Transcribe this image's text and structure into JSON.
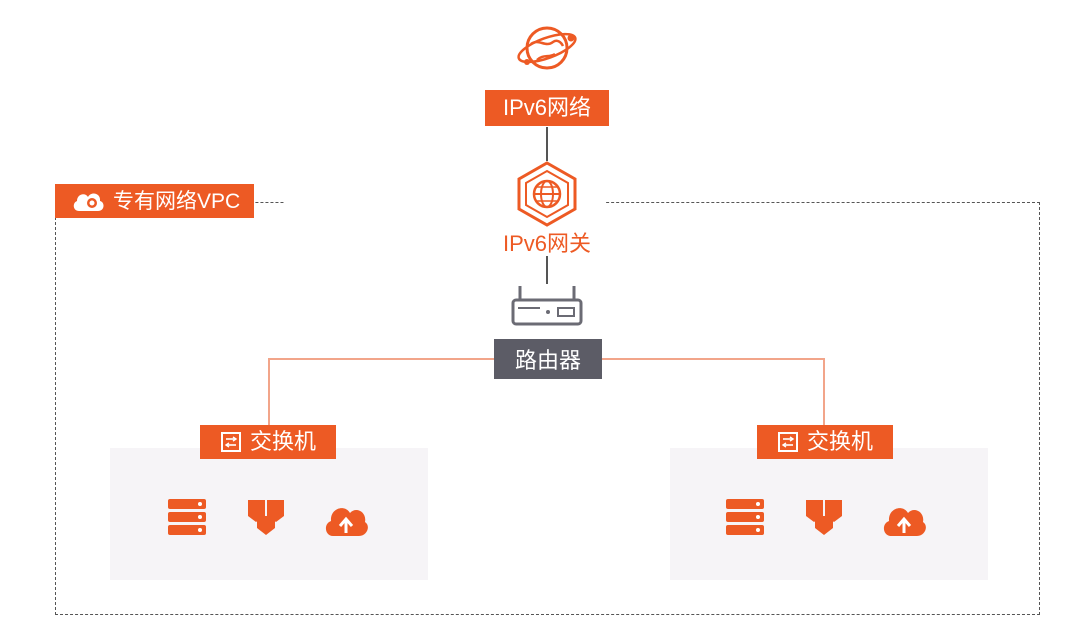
{
  "colors": {
    "accent": "#ed5a24",
    "router": "#5c5c66",
    "border": "#555555",
    "connector": "#f2a58a"
  },
  "nodes": {
    "ipv6_network": {
      "label": "IPv6网络",
      "icon": "globe-orbit-icon"
    },
    "ipv6_gateway": {
      "label": "IPv6网关",
      "icon": "gateway-hexagon-icon"
    },
    "router": {
      "label": "路由器",
      "icon": "router-icon"
    },
    "vpc": {
      "label": "专有网络VPC",
      "icon": "cloud-icon"
    },
    "switch_left": {
      "label": "交换机",
      "icon": "switch-icon"
    },
    "switch_right": {
      "label": "交换机",
      "icon": "switch-icon"
    }
  },
  "resource_icons": [
    "server-stack-icon",
    "container-cluster-icon",
    "cloud-upload-icon"
  ]
}
